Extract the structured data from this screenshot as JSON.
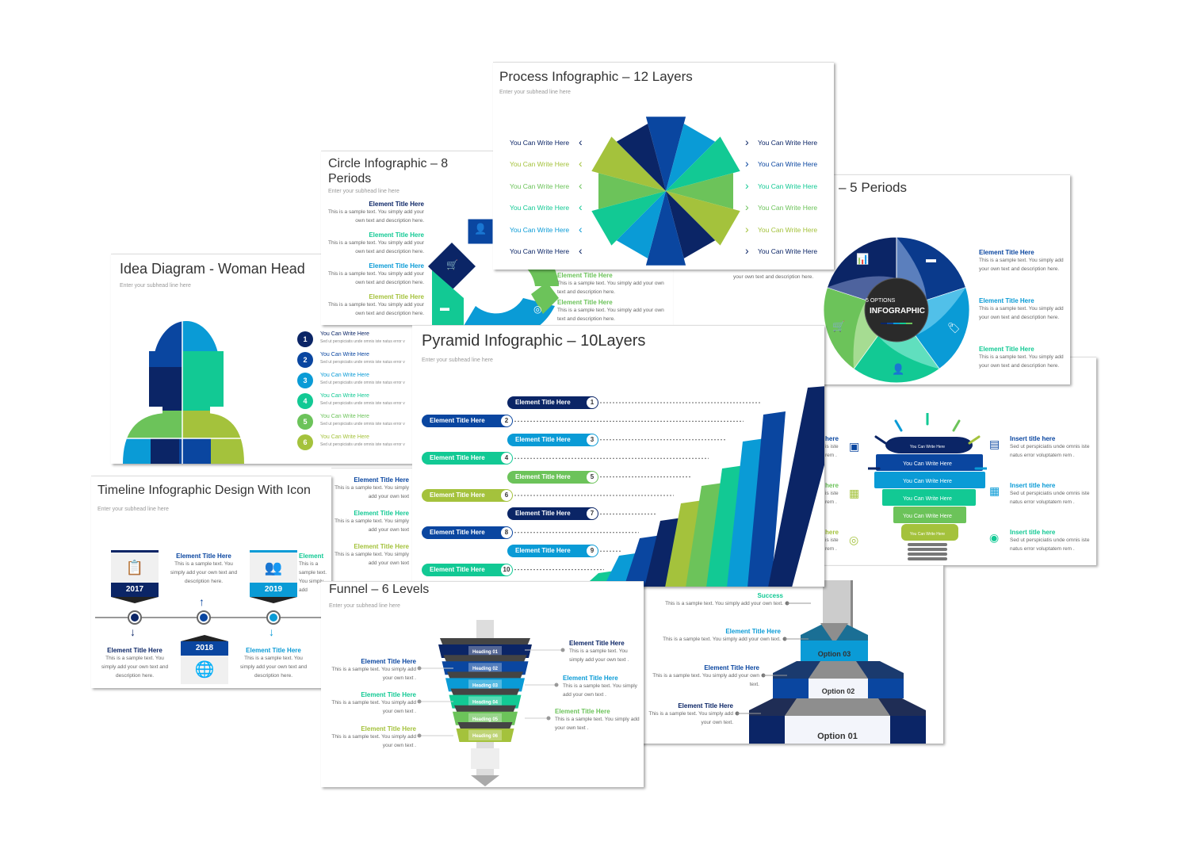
{
  "colors": {
    "navy": "#0b2566",
    "blue": "#0a46a0",
    "cyan": "#0a9bd6",
    "teal": "#12c994",
    "green": "#6cc35a",
    "lime": "#a4c23c"
  },
  "idea": {
    "title": "Idea Diagram - Woman Head",
    "subhead": "Enter your subhead line here",
    "items": [
      {
        "num": "1",
        "label": "You Can Write Here",
        "text": "Sed ut perspiciatis unde omnis iste natus error v"
      },
      {
        "num": "2",
        "label": "You Can Write Here",
        "text": "Sed ut perspiciatis unde omnis iste natus error v"
      },
      {
        "num": "3",
        "label": "You Can Write Here",
        "text": "Sed ut perspiciatis unde omnis iste natus error v"
      },
      {
        "num": "4",
        "label": "You Can Write Here",
        "text": "Sed ut perspiciatis unde omnis iste natus error v"
      },
      {
        "num": "5",
        "label": "You Can Write Here",
        "text": "Sed ut perspiciatis unde omnis iste natus error v"
      },
      {
        "num": "6",
        "label": "You Can Write Here",
        "text": "Sed ut perspiciatis unde omnis iste natus error v"
      }
    ]
  },
  "circle": {
    "title": "Circle Infographic – 8 Periods",
    "subhead": "Enter your subhead line here",
    "left_items": [
      {
        "title": "Element Title Here",
        "text": "This is a sample text. You simply add your own text and description here."
      },
      {
        "title": "Element Title Here",
        "text": "This is a sample text. You simply add your own text and description here."
      },
      {
        "title": "Element Title Here",
        "text": "This is a sample text. You simply add your own text and description here."
      },
      {
        "title": "Element Title Here",
        "text": "This is a sample text. You simply add your own text and description here."
      }
    ],
    "right_items": [
      {
        "title": "Element Title Here",
        "text": "This is a sample text. You simply add your own text and description here."
      },
      {
        "title": "Element Title Here",
        "text": "This is a sample text. You simply add your own text and description here."
      }
    ]
  },
  "process": {
    "title": "Process Infographic – 12 Layers",
    "subhead": "Enter your subhead line here",
    "left_items": [
      "You Can Write Here",
      "You Can Write Here",
      "You Can Write Here",
      "You Can Write Here",
      "You Can Write Here",
      "You Can Write Here"
    ],
    "right_items": [
      "You Can Write Here",
      "You Can Write Here",
      "You Can Write Here",
      "You Can Write Here",
      "You Can Write Here",
      "You Can Write Here"
    ]
  },
  "periods": {
    "title": "– 5 Periods",
    "partial_text": "your own text and description here.",
    "center_top": "5 OPTIONS",
    "center_main": "INFOGRAPHIC",
    "items": [
      {
        "title": "Element Title Here",
        "text": "This is a sample text. You simply add your own text and description here."
      },
      {
        "title": "Element Title Here",
        "text": "This is a sample text. You simply add your own text and description here."
      },
      {
        "title": "Element Title Here",
        "text": "This is a sample text. You simply add your own text and description here."
      }
    ]
  },
  "pyramid": {
    "title": "Pyramid Infographic – 10Layers",
    "subhead": "Enter your subhead line here",
    "items": [
      {
        "num": "1",
        "label": "Element Title Here"
      },
      {
        "num": "2",
        "label": "Element Title Here"
      },
      {
        "num": "3",
        "label": "Element Title Here"
      },
      {
        "num": "4",
        "label": "Element Title Here"
      },
      {
        "num": "5",
        "label": "Element Title Here"
      },
      {
        "num": "6",
        "label": "Element Title Here"
      },
      {
        "num": "7",
        "label": "Element Title Here"
      },
      {
        "num": "8",
        "label": "Element Title Here"
      },
      {
        "num": "9",
        "label": "Element Title Here"
      },
      {
        "num": "10",
        "label": "Element Title Here"
      }
    ]
  },
  "bulb": {
    "layers": [
      "You Can Write Here",
      "You Can Write Here",
      "You Can Write Here",
      "You Can Write Here",
      "You Can Write Here",
      "You Can Write Here"
    ],
    "items": [
      {
        "title": "Insert title here",
        "text": "Sed ut perspiciatis unde omnis iste natus error voluptatem rem ."
      },
      {
        "title": "Insert title here",
        "text": "Sed ut perspiciatis unde omnis iste natus error voluptatem rem ."
      },
      {
        "title": "Insert title here",
        "text": "Sed ut perspiciatis unde omnis iste natus error voluptatem rem ."
      }
    ],
    "left_partial": [
      {
        "title": "here",
        "text": "is iste rem ."
      },
      {
        "title": "here",
        "text": "is iste rem ."
      },
      {
        "title": "here",
        "text": "is iste rem ."
      }
    ]
  },
  "stairs": {
    "items": [
      {
        "title": "Success",
        "text": "This is a sample text. You simply add your own text."
      },
      {
        "title": "Element Title Here",
        "text": "This is a sample text. You simply add your own text."
      },
      {
        "title": "Element Title Here",
        "text": "This is a sample text. You simply add your own text."
      },
      {
        "title": "Element Title Here",
        "text": "This is a sample text. You simply add your own text."
      }
    ],
    "options": [
      "Option 03",
      "Option 02",
      "Option 01"
    ]
  },
  "funnel": {
    "title": "Funnel – 6 Levels",
    "subhead": "Enter your subhead line here",
    "headings": [
      "Heading 01",
      "Heading 02",
      "Heading 03",
      "Heading 04",
      "Heading 05",
      "Heading 06"
    ],
    "left_items": [
      {
        "title": "Element Title Here",
        "text": "This is a sample text. You simply add your own text ."
      },
      {
        "title": "Element Title Here",
        "text": "This is a sample text. You simply add your own text ."
      },
      {
        "title": "Element Title Here",
        "text": "This is a sample text. You simply add your own text ."
      }
    ],
    "right_items": [
      {
        "title": "Element Title Here",
        "text": "This is a sample text. You simply add your own text ."
      },
      {
        "title": "Element Title Here",
        "text": "This is a sample text. You simply add your own text ."
      },
      {
        "title": "Element Title Here",
        "text": "This is a sample text. You simply add your own text ."
      }
    ]
  },
  "timeline": {
    "title": "Timeline Infographic Design With Icon",
    "subhead": "Enter your subhead line here",
    "years": [
      "2017",
      "2018",
      "2019"
    ],
    "items": [
      {
        "title": "Element  Title Here",
        "text": "This is a sample text. You simply add your own text and description here."
      },
      {
        "title": "Element  Title Here",
        "text": "This is a sample text. You simply add your own text and description here."
      },
      {
        "title": "Element  Title Here",
        "text": "This is a sample text. You simply add your own text and description here."
      },
      {
        "title": "Element",
        "text": "This is a sample text. You simply add"
      }
    ]
  },
  "partial": {
    "items": [
      {
        "title": "Element Title Here",
        "text": "This is a sample text. You simply add your own text"
      },
      {
        "title": "Element Title Here",
        "text": "This is a sample text. You simply add your own text"
      },
      {
        "title": "Element Title Here",
        "text": "This is a sample text. You simply add your own text"
      }
    ]
  }
}
